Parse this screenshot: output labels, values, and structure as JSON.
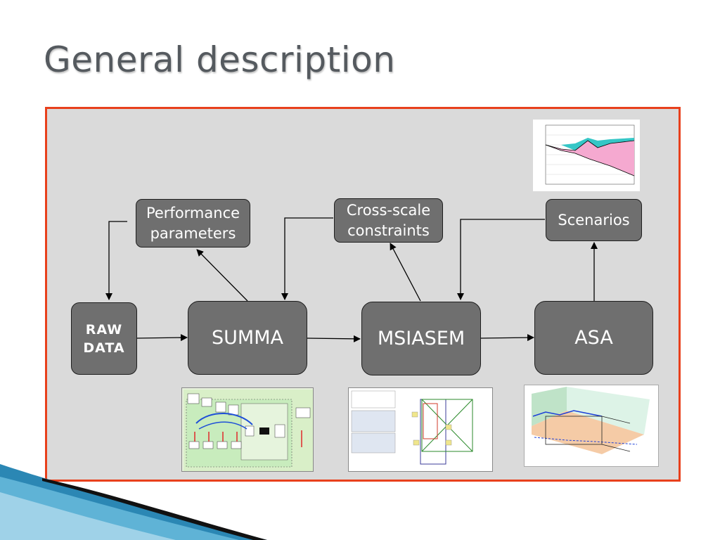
{
  "slide": {
    "title": "General description"
  },
  "diagram": {
    "raw_data": [
      "RAW",
      "DATA"
    ],
    "summa": "SUMMA",
    "msiasem": "MSIASEM",
    "asa": "ASA",
    "performance": [
      "Performance",
      "parameters"
    ],
    "cross_scale": [
      "Cross-scale",
      "constraints"
    ],
    "scenarios": "Scenarios"
  },
  "colors": {
    "frame_border": "#e8401c",
    "frame_fill": "#dadada",
    "box_fill": "#6f6f6f",
    "title": "#555a5f"
  }
}
